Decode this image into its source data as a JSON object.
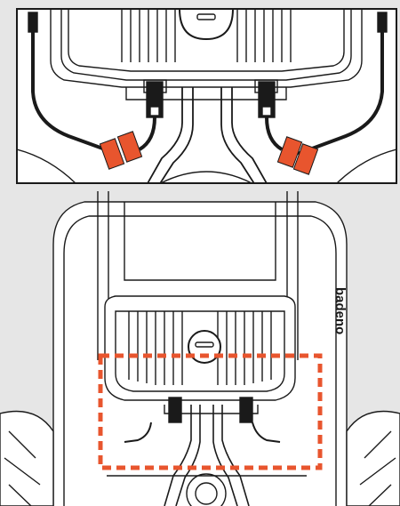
{
  "brand": {
    "wordmark": "badeno"
  },
  "colors": {
    "background": "#e6e6e6",
    "line": "#1a1a1a",
    "fill": "#ffffff",
    "accent": "#e8552e",
    "highlight_dash": "#e8552e"
  },
  "figure": {
    "detail_view": {
      "shows": "connector-area-closeup",
      "icon": "zoom-detail"
    },
    "overview_view": {
      "shows": "full-chassis-with-highlight",
      "icon": "highlight-box"
    }
  }
}
